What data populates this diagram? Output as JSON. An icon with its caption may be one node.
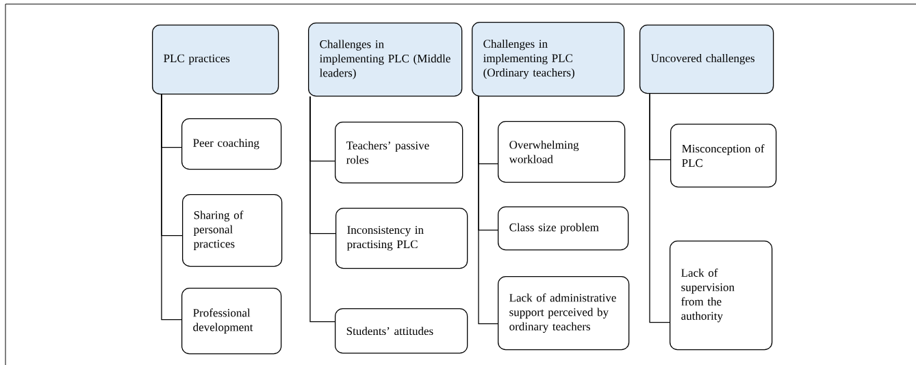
{
  "diagram": {
    "nodes": [
      {
        "text": [
          "PLC practices"
        ]
      },
      {
        "text": [
          "Peer coaching"
        ]
      },
      {
        "text": [
          "Sharing of personal practices"
        ]
      },
      {
        "text": [
          "Professional development"
        ]
      },
      {
        "text": [
          "Challenges in implementing PLC (Middle leaders)"
        ]
      },
      {
        "text": [
          "Teachers’ passive roles"
        ]
      },
      {
        "text": [
          "Inconsistency in practising PLC"
        ]
      },
      {
        "text": [
          "Students’ attitudes"
        ]
      },
      {
        "text": [
          "Challenges in implementing PLC (Ordinary teachers)"
        ]
      },
      {
        "text": [
          "Overwhelming workload"
        ]
      },
      {
        "text": [
          "Class size problem"
        ]
      },
      {
        "text": [
          "Lack of administrative support perceived by ordinary teachers"
        ]
      },
      {
        "text": [
          "Uncovered challenges"
        ]
      },
      {
        "text": [
          "Misconception of PLC"
        ]
      },
      {
        "text": [
          "Lack of supervision from the authority"
        ]
      }
    ],
    "edges": [
      {
        "from": 0,
        "to": 1,
        "arrow": "none"
      },
      {
        "from": 0,
        "to": 2,
        "arrow": "none"
      },
      {
        "from": 0,
        "to": 3,
        "arrow": "none"
      },
      {
        "from": 4,
        "to": 5,
        "arrow": "none"
      },
      {
        "from": 4,
        "to": 6,
        "arrow": "none"
      },
      {
        "from": 4,
        "to": 7,
        "arrow": "none"
      },
      {
        "from": 8,
        "to": 9,
        "arrow": "none"
      },
      {
        "from": 8,
        "to": 10,
        "arrow": "none"
      },
      {
        "from": 8,
        "to": 11,
        "arrow": "none"
      },
      {
        "from": 12,
        "to": 13,
        "arrow": "none"
      },
      {
        "from": 12,
        "to": 14,
        "arrow": "none"
      }
    ]
  }
}
